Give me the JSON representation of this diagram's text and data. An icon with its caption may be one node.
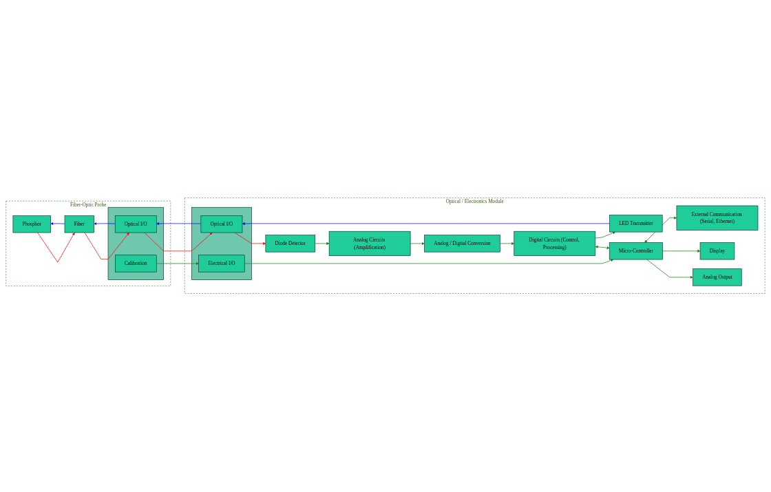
{
  "diagram": {
    "nodes": [
      {
        "text": [
          "Fiber-Optic Probe"
        ]
      },
      {
        "text": [
          "Phosphor"
        ],
        "in": 0
      },
      {
        "text": [
          "Fiber"
        ],
        "in": 0
      },
      {
        "text": [],
        "shape": "box",
        "in": 0
      },
      {
        "text": [
          "Optical I/O"
        ],
        "in": 3
      },
      {
        "text": [
          "Calibration"
        ],
        "in": 3
      },
      {
        "text": [
          "Optical / Electronics Module"
        ]
      },
      {
        "text": [
          "Diode Detector"
        ],
        "in": 6
      },
      {
        "text": [
          "Analog Circuits (Amplification)"
        ],
        "in": 6
      },
      {
        "text": [
          "Analog / Digital Conversion"
        ],
        "in": 6
      },
      {
        "text": [],
        "shape": "box",
        "in": 6
      },
      {
        "text": [
          "Optical I/O"
        ],
        "in": 10
      },
      {
        "text": [
          "Electrical I/O"
        ],
        "in": 10
      },
      {
        "text": [
          "LED Transmitter"
        ],
        "in": 6
      },
      {
        "text": [
          "Digital Circuits (Control, Processing)"
        ],
        "in": 6
      },
      {
        "text": [
          "Micro-Controller"
        ],
        "in": 6
      },
      {
        "text": [
          "External Communication (Serial, Ethernet)"
        ],
        "in": 6
      },
      {
        "text": [
          "Display"
        ],
        "in": 6
      },
      {
        "text": [
          "Analog Output"
        ],
        "in": 6
      }
    ],
    "edges": [
      {
        "from": 1,
        "to": 2,
        "arrow": "to",
        "color": "#ff0000"
      },
      {
        "from": 2,
        "to": 1,
        "arrow": "to",
        "color": "#0000ff"
      },
      {
        "from": 2,
        "to": 4,
        "arrow": "to",
        "color": "#ff0000"
      },
      {
        "from": 4,
        "to": 2,
        "arrow": "to",
        "color": "#0000ff"
      },
      {
        "from": 4,
        "to": 11,
        "arrow": "to",
        "color": "#ff0000"
      },
      {
        "from": 11,
        "to": 4,
        "arrow": "to",
        "color": "#0000ff"
      },
      {
        "from": 11,
        "to": 7,
        "arrow": "to",
        "color": "#ff0000"
      },
      {
        "from": 7,
        "to": 8,
        "arrow": "to"
      },
      {
        "from": 8,
        "to": 9,
        "arrow": "to"
      },
      {
        "from": 9,
        "to": 14,
        "arrow": "to"
      },
      {
        "from": 14,
        "to": 13,
        "arrow": "to"
      },
      {
        "from": 13,
        "to": 11,
        "arrow": "to",
        "color": "#0000ff"
      },
      {
        "from": 5,
        "to": 12,
        "arrow": "to"
      },
      {
        "from": 12,
        "to": 15,
        "arrow": "to"
      },
      {
        "from": 14,
        "to": 15,
        "arrow": "both"
      },
      {
        "from": 15,
        "to": 16,
        "arrow": "both"
      },
      {
        "from": 15,
        "to": 17,
        "arrow": "to"
      },
      {
        "from": 15,
        "to": 18,
        "arrow": "to"
      }
    ]
  }
}
